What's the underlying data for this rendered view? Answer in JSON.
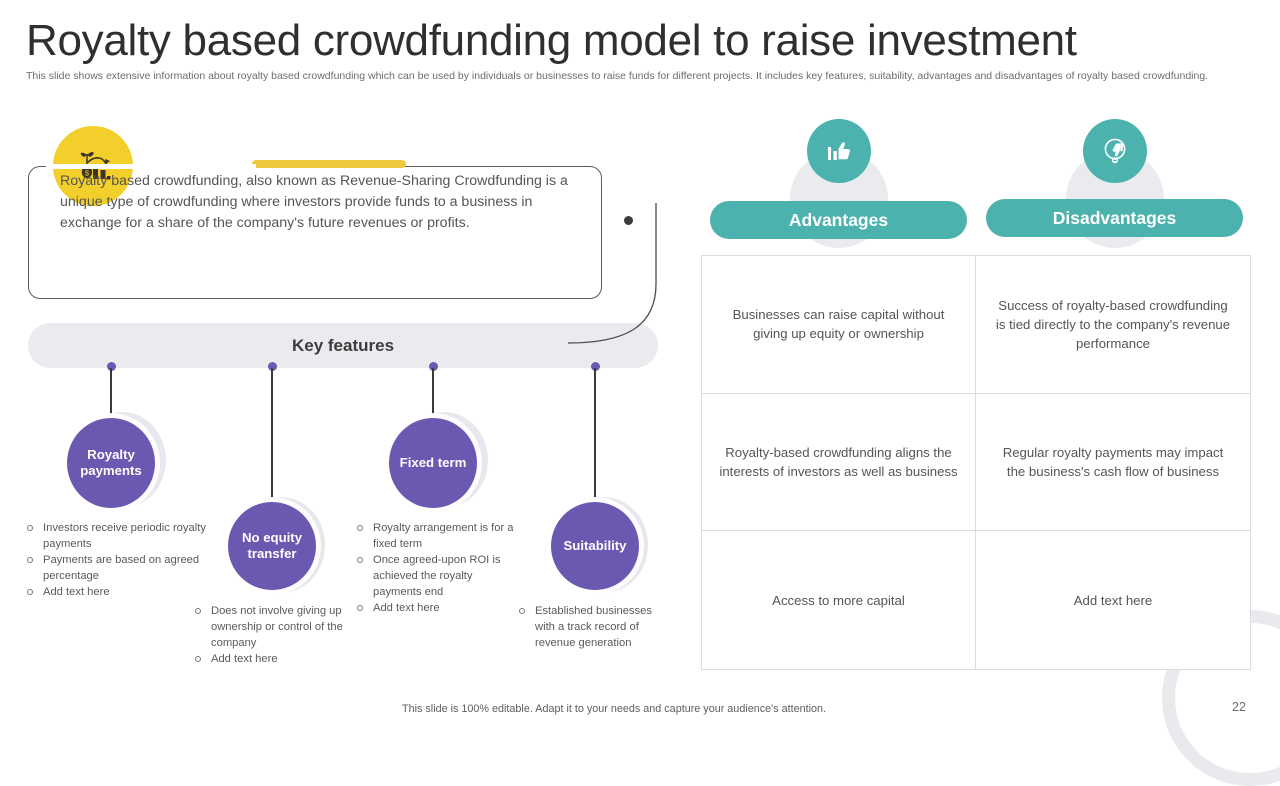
{
  "header": {
    "title": "Royalty based crowdfunding model to raise investment",
    "subtitle": "This slide shows extensive information about royalty based crowdfunding which can be used by individuals or businesses to raise funds for different projects. It includes key features, suitability, advantages and disadvantages of royalty based crowdfunding."
  },
  "callout": {
    "icon": "plant-growth-chart-icon",
    "text": "Royalty based crowdfunding, also known as Revenue-Sharing Crowdfunding is a unique type of crowdfunding where investors provide funds to a business in exchange for a share of the company's future revenues or profits."
  },
  "key_features": {
    "heading": "Key features",
    "items": [
      {
        "label": "Royalty payments",
        "bullets": [
          "Investors receive periodic royalty payments",
          "Payments are based on agreed percentage",
          "Add text here"
        ]
      },
      {
        "label": "No equity transfer",
        "bullets": [
          "Does not involve giving up ownership or control of the company",
          "Add text here"
        ]
      },
      {
        "label": "Fixed term",
        "bullets": [
          "Royalty arrangement is for a fixed term",
          "Once agreed-upon ROI is achieved the royalty payments end",
          "Add text here"
        ]
      },
      {
        "label": "Suitability",
        "bullets": [
          "Established businesses with a track record of revenue generation"
        ]
      }
    ]
  },
  "comparison": {
    "columns": [
      {
        "label": "Advantages",
        "icon": "thumbs-up-bar-chart-icon"
      },
      {
        "label": "Disadvantages",
        "icon": "thumbs-down-icon"
      }
    ],
    "rows": [
      [
        "Businesses can raise capital without giving up equity or ownership",
        "Success of royalty-based crowdfunding is tied directly to the company's revenue performance"
      ],
      [
        "Royalty-based crowdfunding aligns the interests of investors as well as business",
        "Regular royalty payments may impact the business's cash flow of business"
      ],
      [
        "Access to more capital",
        "Add text here"
      ]
    ]
  },
  "footer": {
    "note": "This slide is 100% editable. Adapt it to your needs and capture your audience's attention.",
    "page_number": "22"
  },
  "colors": {
    "purple": "#6a58b1",
    "teal": "#4cb2ad",
    "yellow": "#f2cf2b",
    "accent_yellow": "#edc83c",
    "light_gray": "#e9ebee"
  }
}
